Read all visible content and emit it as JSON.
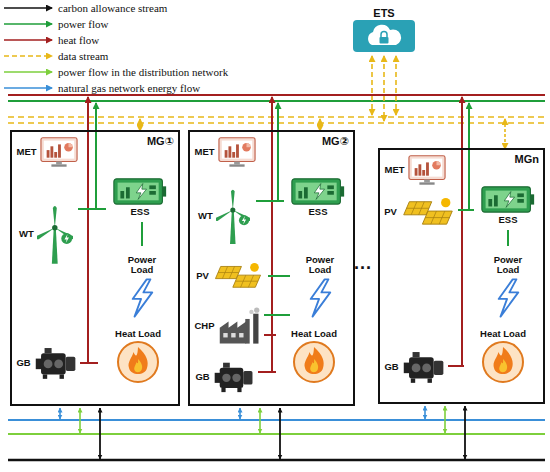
{
  "diagram": {
    "nodes": [
      {
        "text": [
          "ETS"
        ]
      },
      {
        "text": [
          "MG①"
        ]
      },
      {
        "text": [
          "MET"
        ],
        "in": 1
      },
      {
        "text": [
          "ESS"
        ],
        "in": 1
      },
      {
        "text": [
          "WT"
        ],
        "in": 1
      },
      {
        "text": [
          "Power Load"
        ],
        "in": 1
      },
      {
        "text": [
          "GB"
        ],
        "in": 1
      },
      {
        "text": [
          "Heat Load"
        ],
        "in": 1
      },
      {
        "text": [
          "MG②"
        ]
      },
      {
        "text": [
          "MET"
        ],
        "in": 8
      },
      {
        "text": [
          "WT"
        ],
        "in": 8
      },
      {
        "text": [
          "ESS"
        ],
        "in": 8
      },
      {
        "text": [
          "PV"
        ],
        "in": 8
      },
      {
        "text": [
          "Power Load"
        ],
        "in": 8
      },
      {
        "text": [
          "CHP"
        ],
        "in": 8
      },
      {
        "text": [
          "GB"
        ],
        "in": 8
      },
      {
        "text": [
          "Heat Load"
        ],
        "in": 8
      },
      {
        "text": [
          "MGn"
        ]
      },
      {
        "text": [
          "MET"
        ],
        "in": 17
      },
      {
        "text": [
          "PV"
        ],
        "in": 17
      },
      {
        "text": [
          "ESS"
        ],
        "in": 17
      },
      {
        "text": [
          "Power Load"
        ],
        "in": 17
      },
      {
        "text": [
          "GB"
        ],
        "in": 17
      },
      {
        "text": [
          "Heat Load"
        ],
        "in": 17
      }
    ],
    "edges": [
      {
        "from": 4,
        "to": 3,
        "arrow": "none"
      },
      {
        "from": 3,
        "to": 5,
        "arrow": "none"
      },
      {
        "from": 6,
        "to": 7,
        "arrow": "none"
      },
      {
        "from": 10,
        "to": 11,
        "arrow": "none"
      },
      {
        "from": 12,
        "to": 13,
        "arrow": "none"
      },
      {
        "from": 14,
        "to": 13,
        "arrow": "none"
      },
      {
        "from": 14,
        "to": 16,
        "arrow": "none"
      },
      {
        "from": 15,
        "to": 16,
        "arrow": "none"
      },
      {
        "from": 19,
        "to": 20,
        "arrow": "none"
      },
      {
        "from": 20,
        "to": 21,
        "arrow": "none"
      },
      {
        "from": 22,
        "to": 23,
        "arrow": "none"
      }
    ],
    "labels": [
      "···"
    ],
    "legend": [
      {
        "text": "carbon allowance stream"
      },
      {
        "text": "power flow"
      },
      {
        "text": "heat flow"
      },
      {
        "text": "data stream"
      },
      {
        "text": "power flow in the distribution network"
      },
      {
        "text": "natural gas network energy flow"
      }
    ]
  }
}
